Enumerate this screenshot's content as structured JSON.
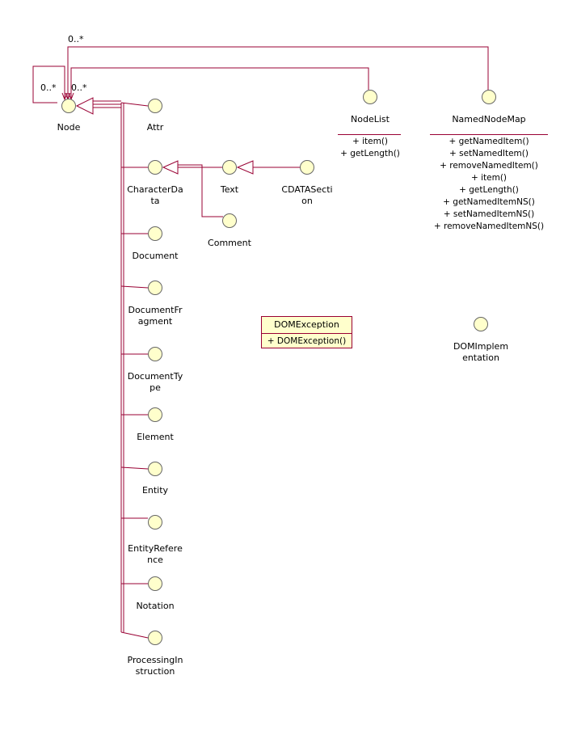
{
  "nodes": {
    "node": "Node",
    "attr": "Attr",
    "character_data": [
      "CharacterDa",
      "ta"
    ],
    "text": "Text",
    "cdata_section": [
      "CDATASecti",
      "on"
    ],
    "comment": "Comment",
    "document": "Document",
    "document_fragment": [
      "DocumentFr",
      "agment"
    ],
    "document_type": [
      "DocumentTy",
      "pe"
    ],
    "element": "Element",
    "entity": "Entity",
    "entity_reference": [
      "EntityRefere",
      "nce"
    ],
    "notation": "Notation",
    "processing_instruction": [
      "ProcessingIn",
      "struction"
    ],
    "node_list": "NodeList",
    "named_node_map": "NamedNodeMap",
    "dom_implementation": [
      "DOMImplem",
      "entation"
    ]
  },
  "multiplicities": {
    "top": "0..*",
    "left": "0..*",
    "right": "0..*"
  },
  "node_list_ops": [
    "+ item()",
    "+ getLength()"
  ],
  "named_node_map_ops": [
    "+ getNamedItem()",
    "+ setNamedItem()",
    "+ removeNamedItem()",
    "+ item()",
    "+ getLength()",
    "+ getNamedItemNS()",
    "+ setNamedItemNS()",
    "+ removeNamedItemNS()"
  ],
  "dom_exception": {
    "title": "DOMException",
    "op": "+ DOMException()"
  },
  "colors": {
    "line": "#990033",
    "circle_fill": "#ffffcc",
    "circle_stroke": "#666666"
  }
}
